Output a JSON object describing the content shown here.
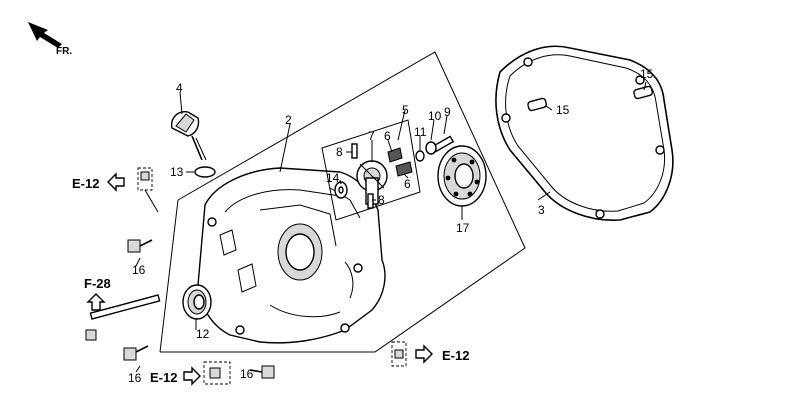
{
  "orientation": {
    "label": "FR."
  },
  "callouts": {
    "p2": "2",
    "p3": "3",
    "p4": "4",
    "p5": "5",
    "p6a": "6",
    "p6b": "6",
    "p7": "7",
    "p8a": "8",
    "p8b": "8",
    "p9": "9",
    "p10": "10",
    "p11": "11",
    "p12": "12",
    "p13": "13",
    "p14": "14",
    "p15a": "15",
    "p15b": "15",
    "p16a": "16",
    "p16b": "16",
    "p16c": "16",
    "p17": "17"
  },
  "references": {
    "e12_left": "E-12",
    "e12_right": "E-12",
    "e12_bottom": "E-12",
    "f28": "F-28"
  }
}
